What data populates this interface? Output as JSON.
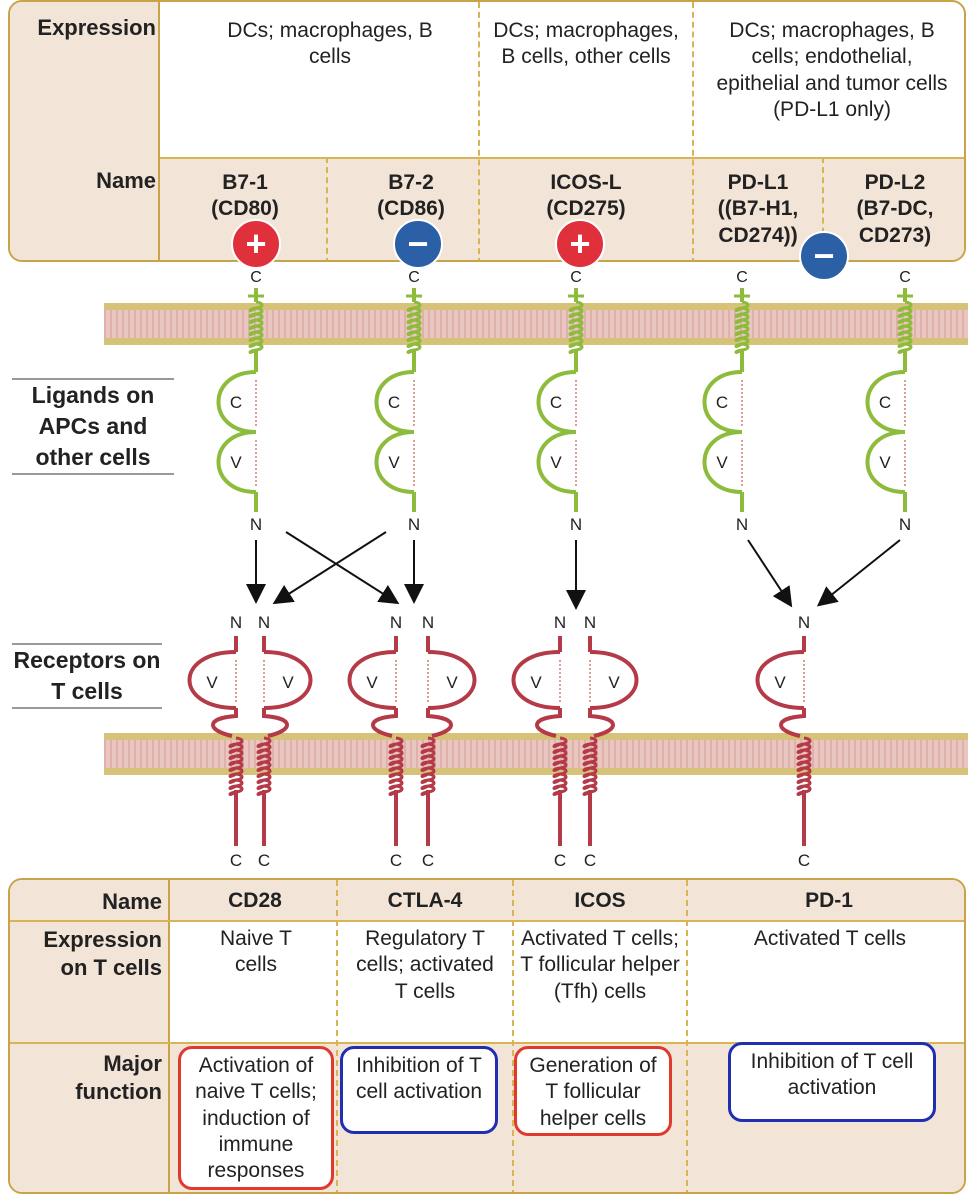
{
  "top_table": {
    "expression_label": "Expression",
    "name_label": "Name",
    "expression": [
      "DCs; macrophages, B cells",
      "DCs; macrophages, B cells, other cells",
      "DCs; macrophages, B cells; endothelial, epithelial and tumor cells (PD-L1 only)"
    ],
    "ligands": [
      {
        "name": "B7-1",
        "alt": "(CD80)"
      },
      {
        "name": "B7-2",
        "alt": "(CD86)"
      },
      {
        "name": "ICOS-L",
        "alt": "(CD275)"
      },
      {
        "name": "PD-L1",
        "alt": "(B7-H1, CD274)"
      },
      {
        "name": "PD-L2",
        "alt": "(B7-DC, CD273)"
      }
    ]
  },
  "signals": [
    {
      "symbol": "+",
      "meaning": "plus",
      "color": "#e0303c"
    },
    {
      "symbol": "−",
      "meaning": "minus",
      "color": "#2b5fa6"
    },
    {
      "symbol": "+",
      "meaning": "plus",
      "color": "#e0303c"
    },
    {
      "symbol": "−",
      "meaning": "minus",
      "color": "#2b5fa6"
    }
  ],
  "side_labels": {
    "ligands": "Ligands on APCs and other cells",
    "receptors": "Receptors on T cells"
  },
  "domain_letters": {
    "c_domain": "C",
    "v_domain": "V",
    "n_term": "N",
    "c_term": "C"
  },
  "bottom_table": {
    "name_label": "Name",
    "expression_label": "Expression on T cells",
    "function_label": "Major function",
    "receptors": [
      {
        "name": "CD28",
        "expression": "Naive T cells",
        "function": "Activation of naive T cells; induction of immune responses",
        "box_color": "#e03a2e"
      },
      {
        "name": "CTLA-4",
        "expression": "Regulatory T cells; activated T cells",
        "function": "Inhibition of T cell activation",
        "box_color": "#1f2fb0"
      },
      {
        "name": "ICOS",
        "expression": "Activated T cells; T follicular helper (Tfh) cells",
        "function": "Generation of T follicular helper cells",
        "box_color": "#e03a2e"
      },
      {
        "name": "PD-1",
        "expression": "Activated T cells",
        "function": "Inhibition of T cell activation",
        "box_color": "#1f2fb0"
      }
    ]
  },
  "colors": {
    "ligand": "#8dbb3c",
    "receptor": "#b53a48",
    "membrane": "#d7c27a",
    "border": "#c9a34a"
  }
}
